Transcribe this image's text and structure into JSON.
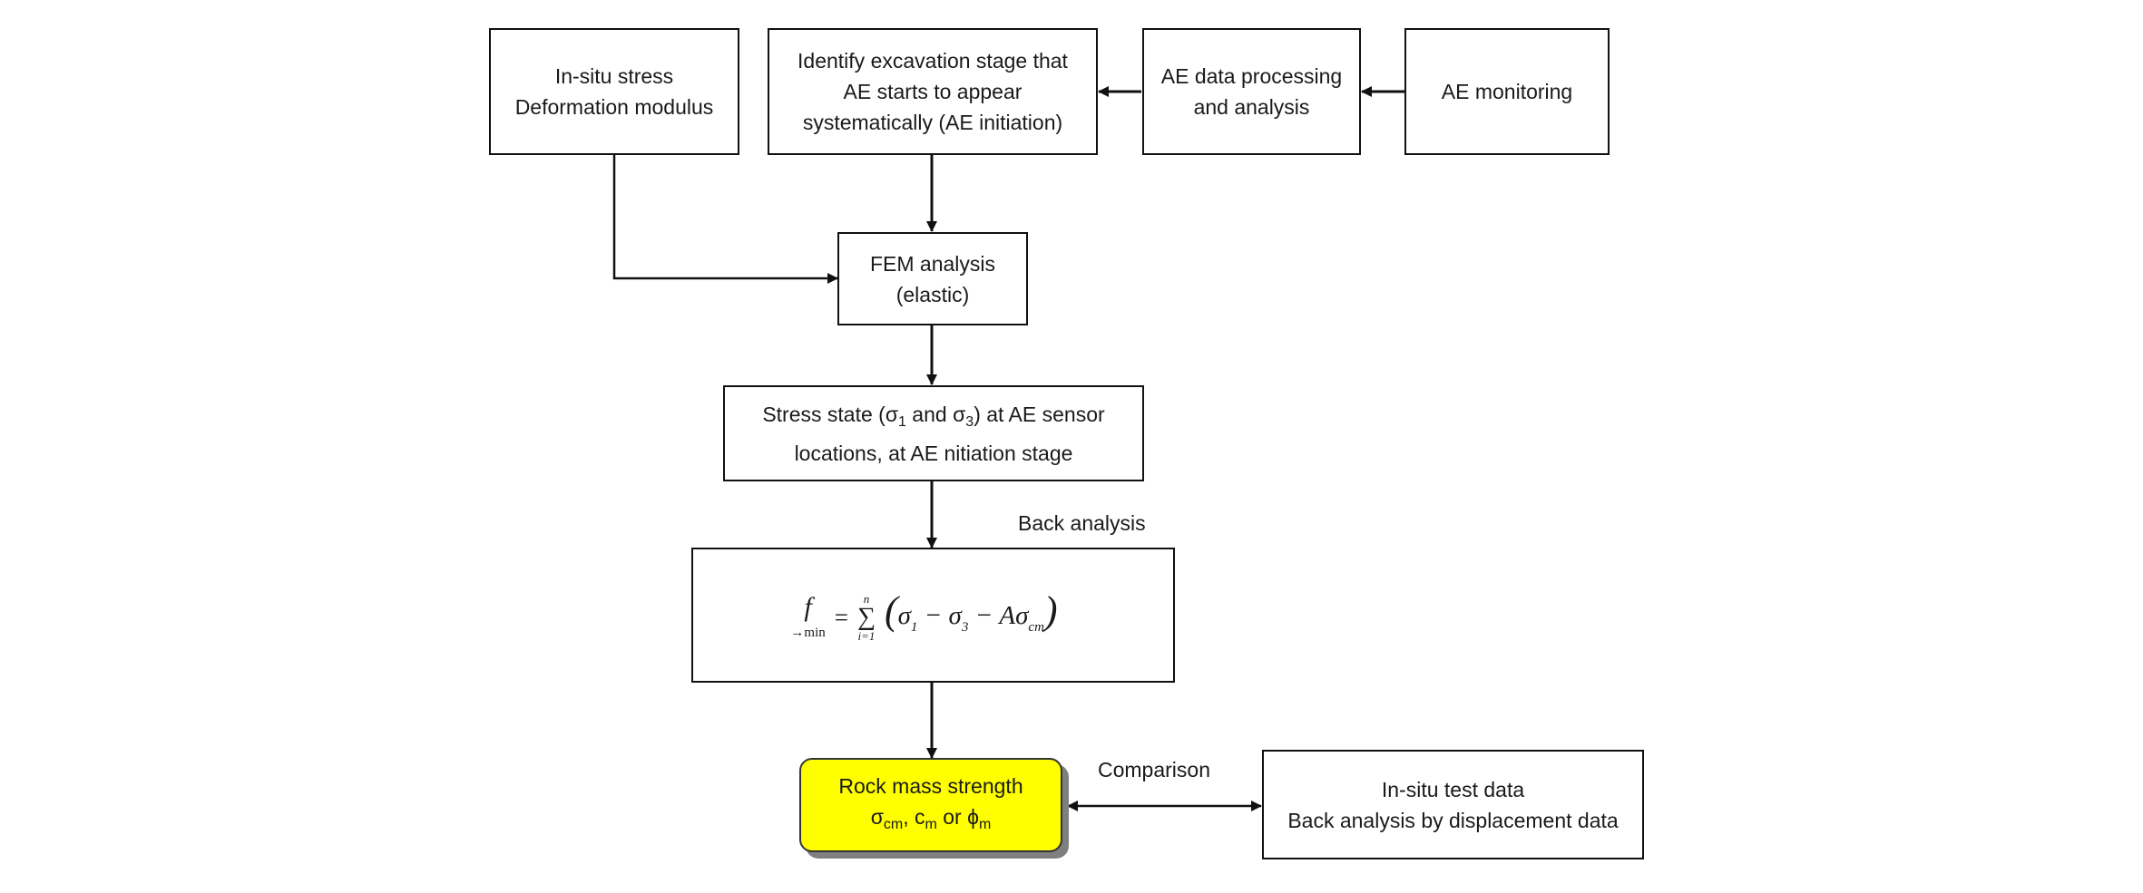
{
  "boxes": {
    "insitu": {
      "line1": "In-situ stress",
      "line2": "Deformation modulus"
    },
    "identify": {
      "line1": "Identify excavation stage that",
      "line2": "AE starts to appear",
      "line3": "systematically (AE initiation)"
    },
    "ae_processing": {
      "line1": "AE data processing",
      "line2": "and analysis"
    },
    "ae_monitoring": {
      "line1": "AE monitoring"
    },
    "fem": {
      "line1": "FEM analysis",
      "line2": "(elastic)"
    },
    "stress_state": {
      "line1_a": "Stress state (σ",
      "line1_sub1": "1",
      "line1_b": " and σ",
      "line1_sub3": "3",
      "line1_c": ") at AE sensor",
      "line2": "locations, at AE nitiation stage"
    },
    "formula": {
      "f": "f",
      "f_sub": "→min",
      "equals": "=",
      "sum_symbol": "∑",
      "sum_upper": "n",
      "sum_lower": "i=1",
      "open_paren": "(",
      "sigma": "σ",
      "sub1": "1",
      "minus1": " − ",
      "sub3": "3",
      "minus2": " − A",
      "subcm": "cm",
      "close_paren": ")"
    },
    "rock_mass": {
      "line1": "Rock mass strength",
      "sigma": "σ",
      "sigma_sub": "cm",
      "c_sep": ", c",
      "c_sub": "m",
      "or_phi": " or ϕ",
      "phi_sub": "m"
    },
    "insitu_test": {
      "line1": "In-situ test data",
      "line2": "Back analysis by displacement data"
    }
  },
  "labels": {
    "back_analysis": "Back analysis",
    "comparison": "Comparison"
  },
  "colors": {
    "result_fill": "#ffff00",
    "line": "#111111",
    "shadow": "#7f7f7f"
  }
}
